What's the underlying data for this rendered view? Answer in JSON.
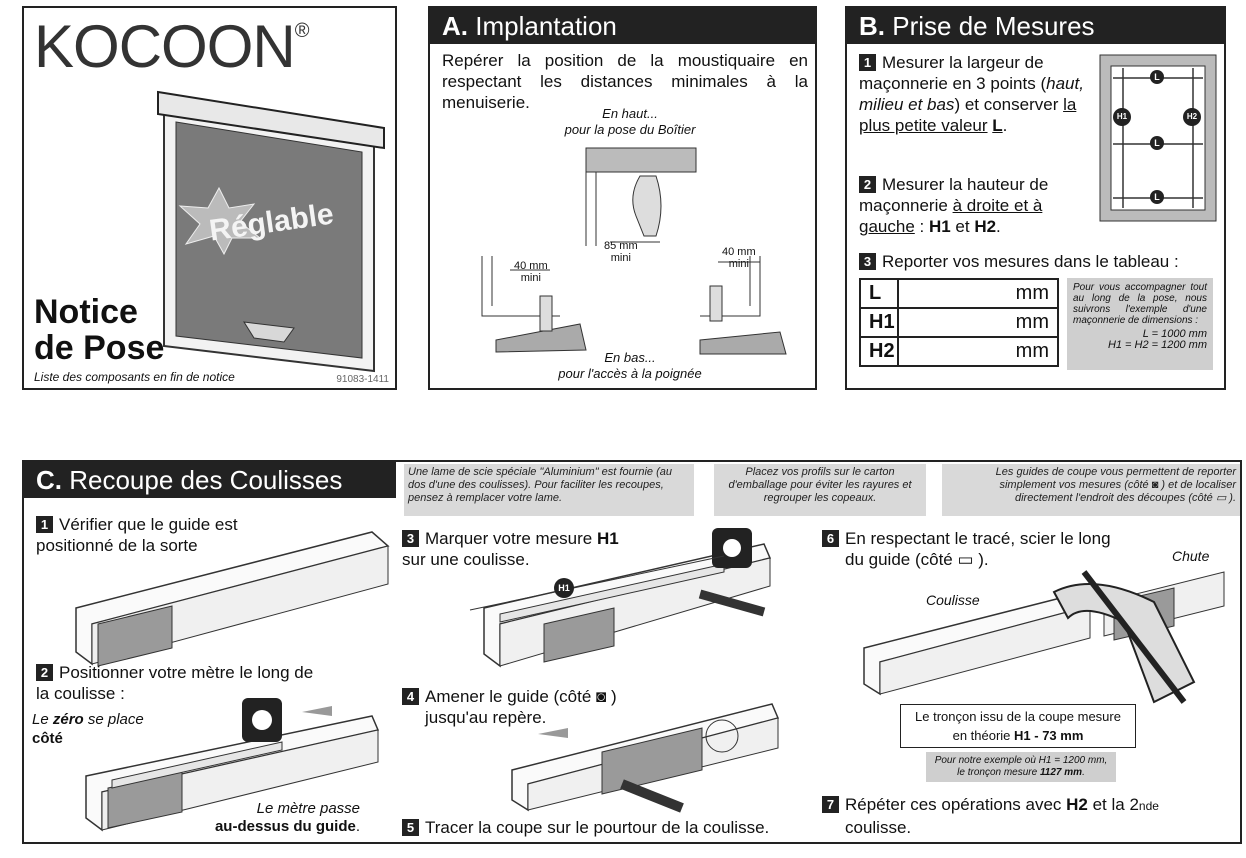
{
  "cover": {
    "brand": "KOCOON",
    "reg": "®",
    "badge": "Réglable",
    "title_line1": "Notice",
    "title_line2": "de Pose",
    "subtitle": "Liste des composants en fin de notice",
    "ref": "91083-1411"
  },
  "section_a": {
    "letter": "A.",
    "title_rest": "Implantation",
    "intro": "Repérer la position de la moustiquaire en respectant les distances minimales à la menuiserie.",
    "top_note_1": "En haut...",
    "top_note_2": "pour la pose du Boîtier",
    "dim_top": "85 mm",
    "dim_top_mini": "mini",
    "dim_left": "40 mm",
    "dim_left_mini": "mini",
    "dim_right": "40 mm",
    "dim_right_mini": "mini",
    "bottom_note_1": "En bas...",
    "bottom_note_2": "pour l'accès à la poignée"
  },
  "section_b": {
    "letter": "B.",
    "title_rest": "Prise de Mesures",
    "step1_num": "1",
    "step1_a": "Mesurer la largeur de maçonnerie en 3 points (",
    "step1_italic": "haut, milieu et bas",
    "step1_b": ") et conserver ",
    "step1_ul": "la plus petite valeur",
    "step1_L": "L",
    "step1_end": ".",
    "step2_num": "2",
    "step2_a": "Mesurer la hauteur de maçonnerie ",
    "step2_ul": "à droite et à gauche",
    "step2_b": " : ",
    "step2_h1": "H1",
    "step2_et": " et ",
    "step2_h2": "H2",
    "step2_end": ".",
    "step3_num": "3",
    "step3": "Reporter vos mesures dans le tableau :",
    "diagram_labels": {
      "L": "L",
      "H1": "H1",
      "H2": "H2"
    },
    "table": [
      {
        "label": "L",
        "unit": "mm"
      },
      {
        "label": "H1",
        "unit": "mm"
      },
      {
        "label": "H2",
        "unit": "mm"
      }
    ],
    "note": "Pour vous accompagner tout au long de la pose, nous suivrons l'exemple d'une maçonnerie de dimensions :",
    "note_l": "L = 1000 mm",
    "note_h": "H1 = H2 = 1200 mm"
  },
  "section_c": {
    "letter": "C.",
    "title_rest": "Recoupe des Coulisses",
    "banner1": "Une lame de scie spéciale \"Aluminium\" est fournie (au dos d'une des coulisses). Pour faciliter les recoupes, pensez à remplacer votre lame.",
    "banner2": "Placez vos profils sur le carton d'emballage pour éviter les rayures et regrouper les copeaux.",
    "banner3": "Les guides de coupe vous permettent de reporter simplement vos mesures (côté ◙ ) et de localiser directement l'endroit des découpes (côté ▭ ).",
    "step1_num": "1",
    "step1": "Vérifier que le guide est positionné de la sorte",
    "step2_num": "2",
    "step2": "Positionner votre mètre le long de la coulisse :",
    "zero_a": "Le ",
    "zero_b": "zéro",
    "zero_c": " se place",
    "cote": "côté",
    "metre_1": "Le mètre passe",
    "metre_2": "au-dessus du guide",
    "metre_end": ".",
    "step3_num": "3",
    "step3_a": "Marquer votre mesure ",
    "step3_h": "H1",
    "step3_b": "sur une coulisse.",
    "h1_badge": "H1",
    "step4_num": "4",
    "step4_a": "Amener le guide (côté ◙ )",
    "step4_b": "jusqu'au repère.",
    "step5_num": "5",
    "step5": "Tracer la coupe sur le pourtour de la coulisse.",
    "step6_num": "6",
    "step6_a": "En respectant le tracé, scier le long",
    "step6_b": "du guide (côté ▭ ).",
    "chute": "Chute",
    "coulisse": "Coulisse",
    "box_1": "Le tronçon issu de la coupe mesure",
    "box_2a": "en théorie ",
    "box_2b": "H1 - 73 mm",
    "ex_1": "Pour notre exemple où H1 = 1200 mm,",
    "ex_2a": "le tronçon mesure ",
    "ex_2b": "1127 mm",
    "ex_2c": ".",
    "step7_num": "7",
    "step7_a": "Répéter ces opérations avec ",
    "step7_h": "H2",
    "step7_b": " et la 2",
    "step7_sup": "nde",
    "step7_c": "coulisse."
  }
}
